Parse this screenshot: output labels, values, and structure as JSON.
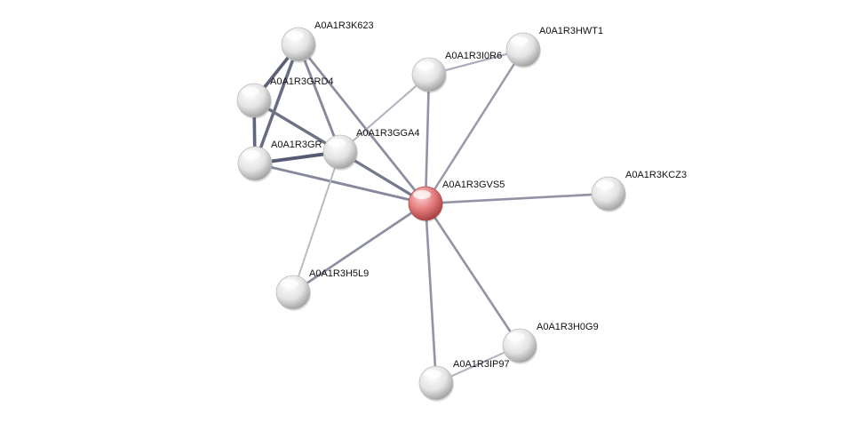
{
  "network": {
    "query_color": "#d9534f",
    "node_color": "#e6e6e6",
    "nodes": [
      {
        "id": "A0A1R3GVS5",
        "label": "A0A1R3GVS5",
        "query": true
      },
      {
        "id": "A0A1R3K623",
        "label": "A0A1R3K623"
      },
      {
        "id": "A0A1R3GRD4",
        "label": "A0A1R3GRD4"
      },
      {
        "id": "A0A1R3GR",
        "label": "A0A1R3GR"
      },
      {
        "id": "GGA4",
        "label": "A0A1R3GGA4"
      },
      {
        "id": "I0R6",
        "label": "A0A1R3I0R6"
      },
      {
        "id": "HWT1",
        "label": "A0A1R3HWT1"
      },
      {
        "id": "KCZ3",
        "label": "A0A1R3KCZ3"
      },
      {
        "id": "H5L9",
        "label": "A0A1R3H5L9"
      },
      {
        "id": "H0G9",
        "label": "A0A1R3H0G9"
      },
      {
        "id": "IP97",
        "label": "A0A1R3IP97"
      }
    ],
    "edges": [
      {
        "from": "A0A1R3K623",
        "to": "A0A1R3GRD4",
        "strength": 0.9
      },
      {
        "from": "A0A1R3K623",
        "to": "A0A1R3GR",
        "strength": 0.8
      },
      {
        "from": "A0A1R3K623",
        "to": "GGA4",
        "strength": 0.55
      },
      {
        "from": "A0A1R3K623",
        "to": "A0A1R3GVS5",
        "strength": 0.5
      },
      {
        "from": "A0A1R3GRD4",
        "to": "A0A1R3GR",
        "strength": 0.85
      },
      {
        "from": "A0A1R3GRD4",
        "to": "GGA4",
        "strength": 0.75
      },
      {
        "from": "A0A1R3GR",
        "to": "GGA4",
        "strength": 0.95
      },
      {
        "from": "A0A1R3GR",
        "to": "A0A1R3GVS5",
        "strength": 0.55
      },
      {
        "from": "GGA4",
        "to": "A0A1R3GVS5",
        "strength": 0.7
      },
      {
        "from": "GGA4",
        "to": "I0R6",
        "strength": 0.2
      },
      {
        "from": "GGA4",
        "to": "H5L9",
        "strength": 0.15
      },
      {
        "from": "I0R6",
        "to": "HWT1",
        "strength": 0.25
      },
      {
        "from": "I0R6",
        "to": "A0A1R3GVS5",
        "strength": 0.45
      },
      {
        "from": "HWT1",
        "to": "A0A1R3GVS5",
        "strength": 0.4
      },
      {
        "from": "KCZ3",
        "to": "A0A1R3GVS5",
        "strength": 0.45
      },
      {
        "from": "H5L9",
        "to": "A0A1R3GVS5",
        "strength": 0.5
      },
      {
        "from": "H0G9",
        "to": "A0A1R3GVS5",
        "strength": 0.45
      },
      {
        "from": "IP97",
        "to": "A0A1R3GVS5",
        "strength": 0.45
      },
      {
        "from": "IP97",
        "to": "H0G9",
        "strength": 0.2
      }
    ]
  }
}
